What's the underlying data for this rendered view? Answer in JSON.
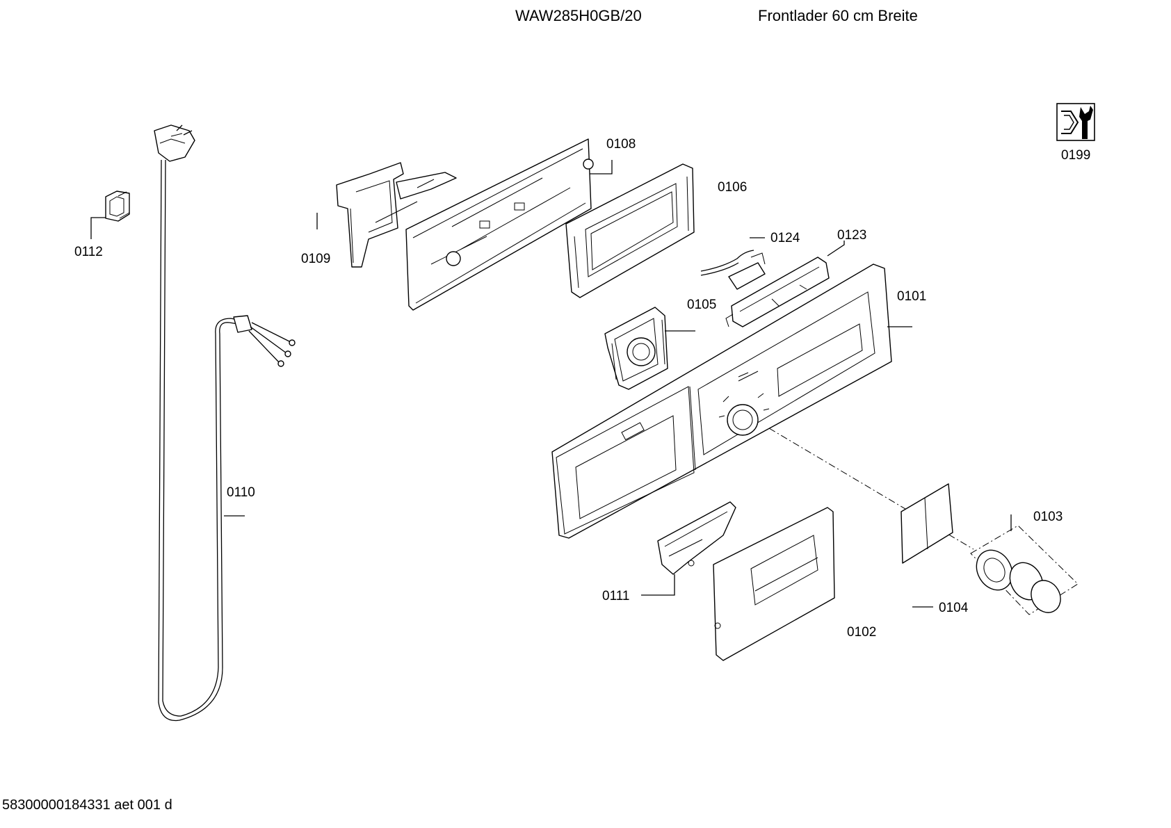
{
  "header": {
    "model": "WAW285H0GB/20",
    "description": "Frontlader 60 cm Breite"
  },
  "footer": {
    "document_id": "58300000184331 aet 001 d"
  },
  "parts": [
    {
      "id": "0101"
    },
    {
      "id": "0102"
    },
    {
      "id": "0103"
    },
    {
      "id": "0104"
    },
    {
      "id": "0105"
    },
    {
      "id": "0106"
    },
    {
      "id": "0108"
    },
    {
      "id": "0109"
    },
    {
      "id": "0110"
    },
    {
      "id": "0111"
    },
    {
      "id": "0112"
    },
    {
      "id": "0123"
    },
    {
      "id": "0124"
    },
    {
      "id": "0199"
    }
  ],
  "icons": {
    "tools": "wrench-nut-icon"
  }
}
